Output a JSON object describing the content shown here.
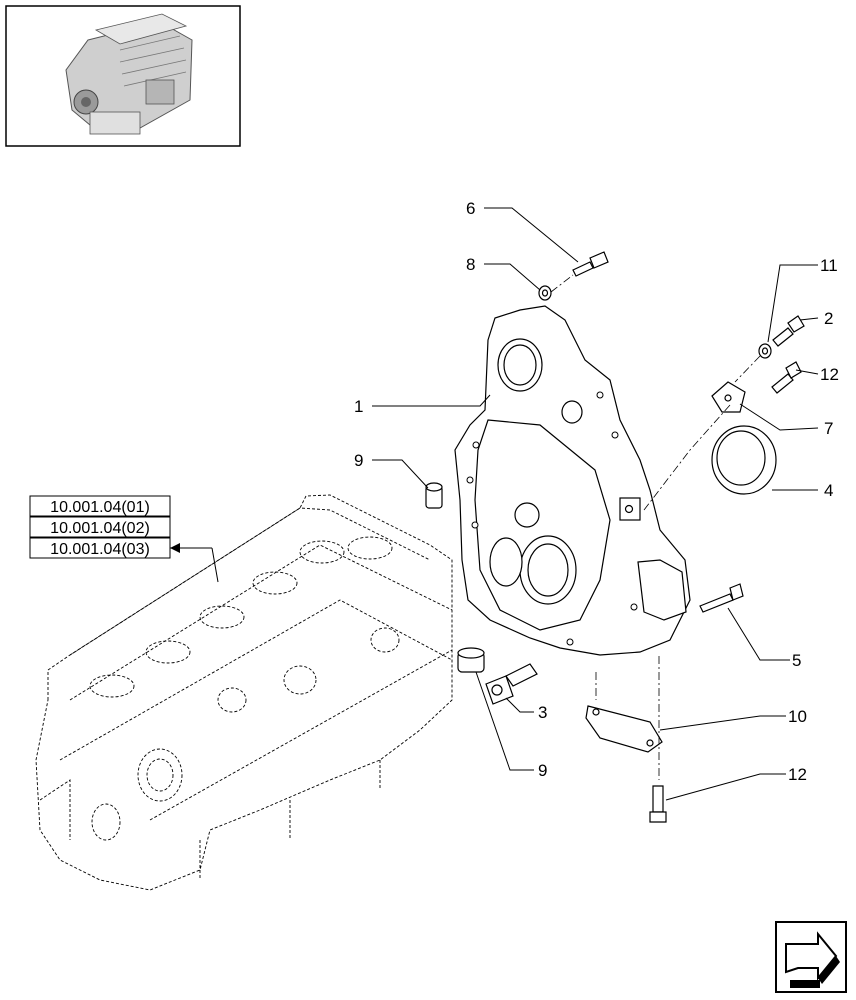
{
  "thumbnail": {
    "icon": "engine-thumbnail-icon"
  },
  "references": [
    "10.001.04(01)",
    "10.001.04(02)",
    "10.001.04(03)"
  ],
  "callouts": [
    "6",
    "8",
    "11",
    "2",
    "12",
    "1",
    "7",
    "9",
    "4",
    "5",
    "3",
    "10",
    "9",
    "12"
  ],
  "nav": {
    "icon": "next-page-arrow-icon"
  }
}
